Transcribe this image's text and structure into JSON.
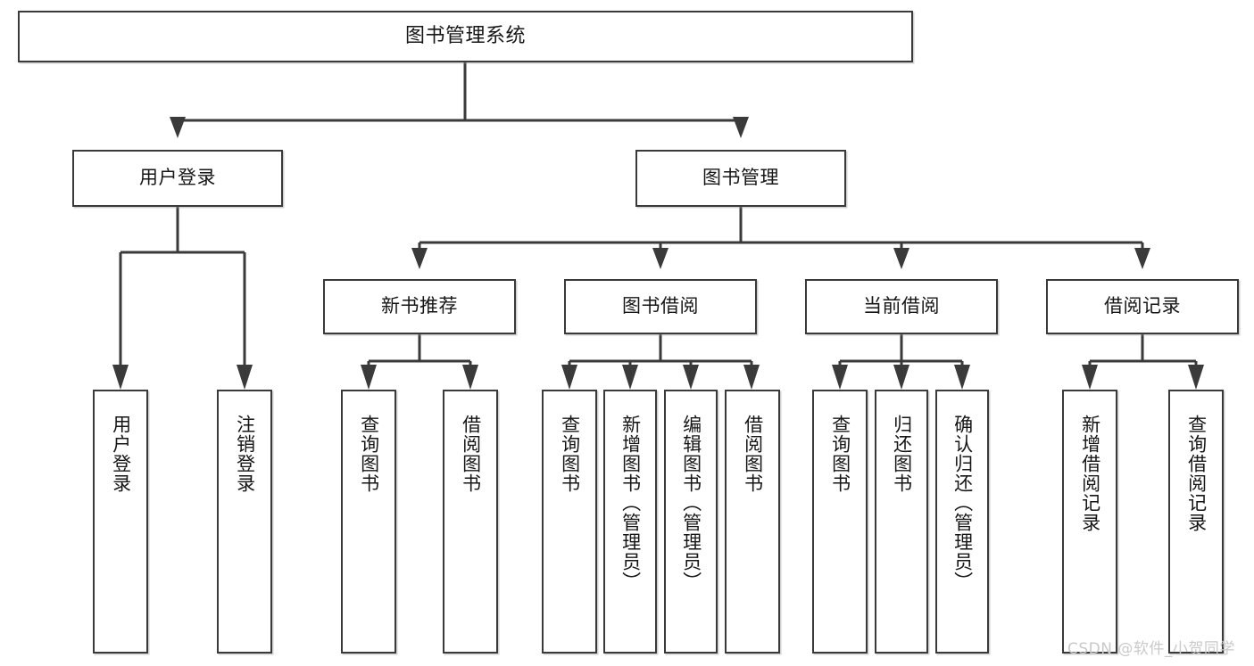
{
  "diagram": {
    "title": "图书管理系统",
    "type": "functional-decomposition-tree",
    "root": {
      "label": "图书管理系统"
    },
    "level1": [
      {
        "label": "用户登录"
      },
      {
        "label": "图书管理"
      }
    ],
    "level2": [
      {
        "label": "新书推荐"
      },
      {
        "label": "图书借阅"
      },
      {
        "label": "当前借阅"
      },
      {
        "label": "借阅记录"
      }
    ],
    "leaves": {
      "user_login": [
        {
          "label": "用户登录"
        },
        {
          "label": "注销登录"
        }
      ],
      "new_book_recommend": [
        {
          "label": "查询图书"
        },
        {
          "label": "借阅图书"
        }
      ],
      "book_borrow": [
        {
          "label": "查询图书"
        },
        {
          "label": "新增图书（管理员）"
        },
        {
          "label": "编辑图书（管理员）"
        },
        {
          "label": "借阅图书"
        }
      ],
      "current_borrow": [
        {
          "label": "查询图书"
        },
        {
          "label": "归还图书"
        },
        {
          "label": "确认归还（管理员）"
        }
      ],
      "borrow_record": [
        {
          "label": "新增借阅记录"
        },
        {
          "label": "查询借阅记录"
        }
      ]
    }
  },
  "watermark": {
    "text": "CSDN @软件_小贺同学"
  },
  "colors": {
    "border": "#3a3a3a",
    "text": "#161616",
    "background": "#ffffff",
    "watermark": "#c9c9c9"
  }
}
